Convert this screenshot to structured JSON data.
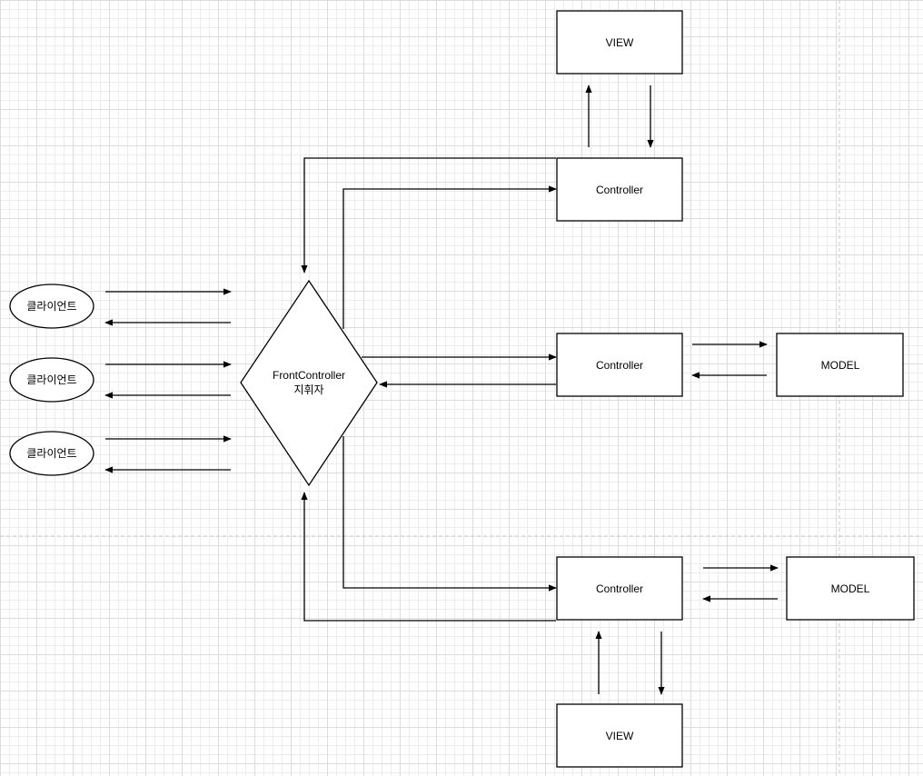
{
  "diagram": {
    "clients": [
      {
        "label": "클라이언트"
      },
      {
        "label": "클라이언트"
      },
      {
        "label": "클라이언트"
      }
    ],
    "front_controller": {
      "line1": "FrontController",
      "line2": "지휘자"
    },
    "controllers": [
      {
        "label": "Controller"
      },
      {
        "label": "Controller"
      },
      {
        "label": "Controller"
      }
    ],
    "views": [
      {
        "label": "VIEW"
      },
      {
        "label": "VIEW"
      }
    ],
    "models": [
      {
        "label": "MODEL"
      },
      {
        "label": "MODEL"
      }
    ]
  }
}
